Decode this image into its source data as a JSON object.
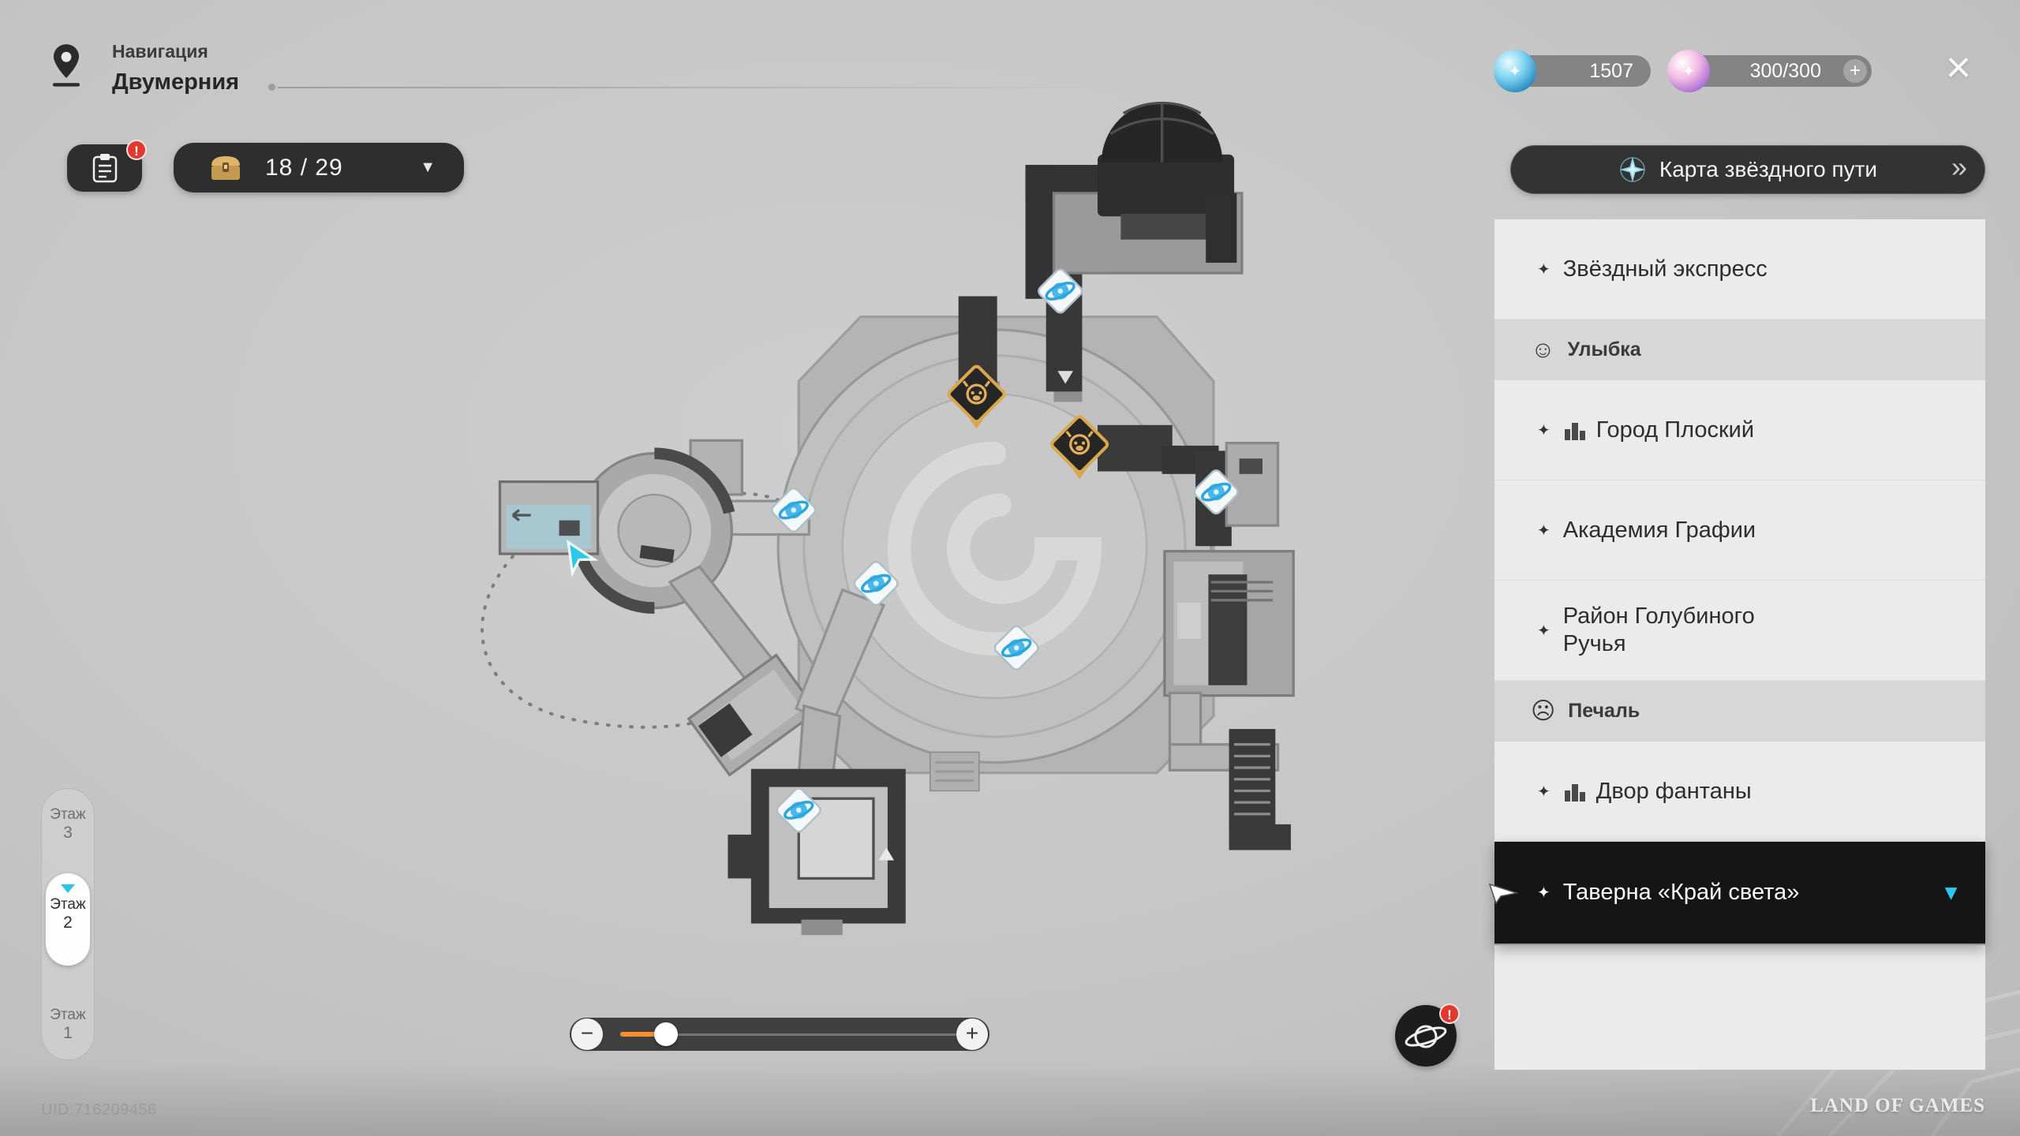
{
  "header": {
    "nav_label": "Навигация",
    "world_name": "Двумерния"
  },
  "toolbar": {
    "chest_progress": "18 / 29"
  },
  "currencies": {
    "stellar_jade": "1507",
    "trailblaze_power": "300/300"
  },
  "map_panel": {
    "map_button_label": "Карта звёздного пути",
    "items": [
      {
        "type": "location",
        "label": "Звёздный экспресс"
      },
      {
        "type": "section",
        "label": "Улыбка"
      },
      {
        "type": "location",
        "label": "Город Плоский"
      },
      {
        "type": "location",
        "label": "Академия Графии"
      },
      {
        "type": "location",
        "label": "Район Голубиного",
        "label_line2": "Ручья"
      },
      {
        "type": "section",
        "label": "Печаль"
      },
      {
        "type": "location",
        "label": "Двор фантаны"
      },
      {
        "type": "location",
        "label": "Таверна «Край света»",
        "selected": true
      }
    ]
  },
  "floor_selector": {
    "floors": [
      {
        "word": "Этаж",
        "num": "3"
      },
      {
        "word": "Этаж",
        "num": "2",
        "selected": true
      },
      {
        "word": "Этаж",
        "num": "1"
      }
    ]
  },
  "map": {
    "teleport_anchor_count": 6,
    "event_marker_count": 2,
    "has_player_marker": true
  },
  "footer": {
    "uid": "UID:716209456",
    "watermark": "LAND OF GAMES"
  },
  "glyphs": {
    "alert": "!",
    "dropdown_arrow": "▼",
    "double_chevron": "»",
    "diamond_bullet": "✦",
    "smile_mask": "☺",
    "sad_mask": "☹",
    "minus": "−",
    "plus": "+",
    "close": "×",
    "selected_arrow": "▼"
  }
}
